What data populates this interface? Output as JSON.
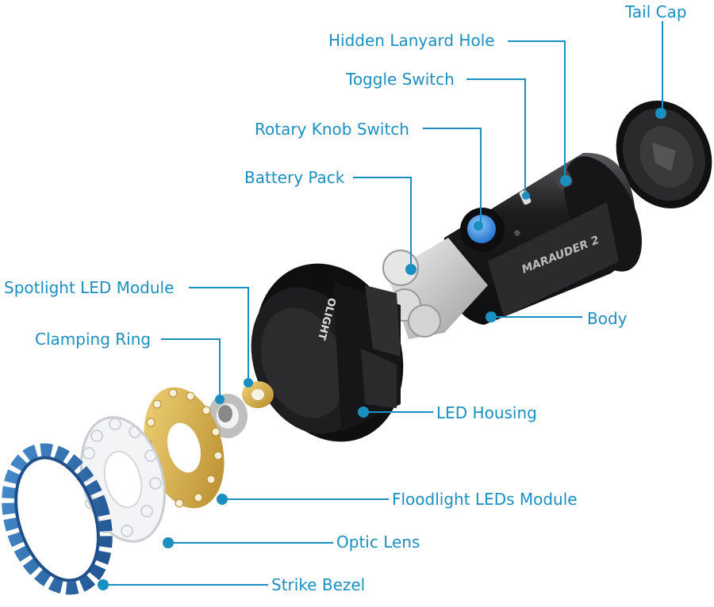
{
  "colors": {
    "leader": "#1a8fc0",
    "label": "#1a8fc0",
    "body": "#1c1c1e",
    "battery": "#cfcfcf",
    "gold": "#d8b24a",
    "bezel": "#2f6fb0",
    "knob": "#2f86e0"
  },
  "parts": [
    {
      "key": "tail_cap",
      "label": "Tail Cap"
    },
    {
      "key": "hidden_lanyard_hole",
      "label": "Hidden Lanyard Hole"
    },
    {
      "key": "toggle_switch",
      "label": "Toggle Switch"
    },
    {
      "key": "rotary_knob_switch",
      "label": "Rotary Knob Switch"
    },
    {
      "key": "battery_pack",
      "label": "Battery Pack"
    },
    {
      "key": "spotlight_led_module",
      "label": "Spotlight LED Module"
    },
    {
      "key": "clamping_ring",
      "label": "Clamping Ring"
    },
    {
      "key": "body",
      "label": "Body"
    },
    {
      "key": "led_housing",
      "label": "LED Housing"
    },
    {
      "key": "floodlight_leds_module",
      "label": "Floodlight LEDs Module"
    },
    {
      "key": "optic_lens",
      "label": "Optic Lens"
    },
    {
      "key": "strike_bezel",
      "label": "Strike Bezel"
    }
  ],
  "product_marks": {
    "body_text": "MARAUDER 2",
    "housing_brand": "OLIGHT"
  }
}
